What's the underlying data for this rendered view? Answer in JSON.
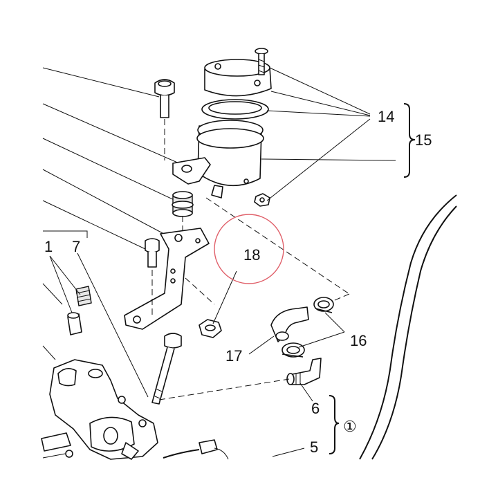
{
  "labels": {
    "l14": "14",
    "l15": "15",
    "l18": "18",
    "l16": "16",
    "l17": "17",
    "l6": "6",
    "l5": "5",
    "l1": "1",
    "l7": "7",
    "circled": "①"
  },
  "colors": {
    "line": "#111111",
    "highlight": "#e0606a",
    "background": "#ffffff"
  },
  "highlight": {
    "target_label": "18"
  }
}
